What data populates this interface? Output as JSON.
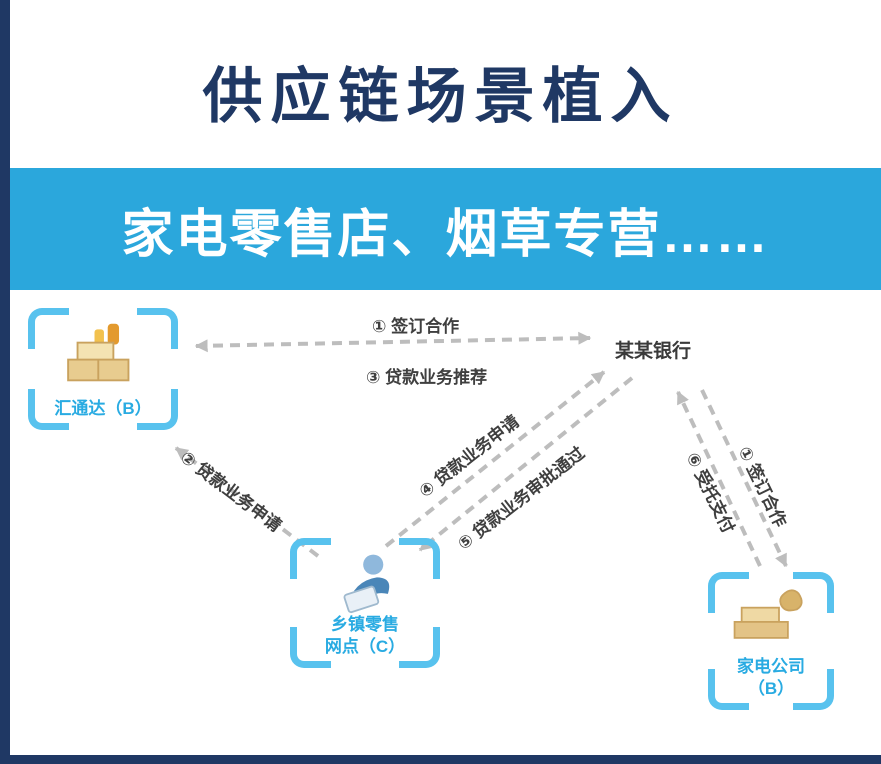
{
  "title": "供应链场景植入",
  "banner": "家电零售店、烟草专营……",
  "nodes": {
    "huitongda": {
      "label": "汇通达（B）"
    },
    "bank": {
      "label": "某某银行"
    },
    "retail": {
      "line1": "乡镇零售",
      "line2": "网点（C）"
    },
    "appliance": {
      "line1": "家电公司",
      "line2": "（B）"
    }
  },
  "edges": {
    "sign_coop": "① 签订合作",
    "loan_recommend": "③ 贷款业务推荐",
    "loan_apply_htd": "② 贷款业务申请",
    "loan_apply_bank": "④ 贷款业务申请",
    "loan_approved": "⑤ 贷款业务审批通过",
    "sign_coop_right": "① 签订合作",
    "entrusted_payment": "⑥ 受托支付"
  },
  "colors": {
    "navy": "#1F3864",
    "banner_blue": "#2BA7DC",
    "node_label_blue": "#29ABE2",
    "bracket_blue": "#58C2EE",
    "arrow_gray": "#BDBDBD"
  }
}
